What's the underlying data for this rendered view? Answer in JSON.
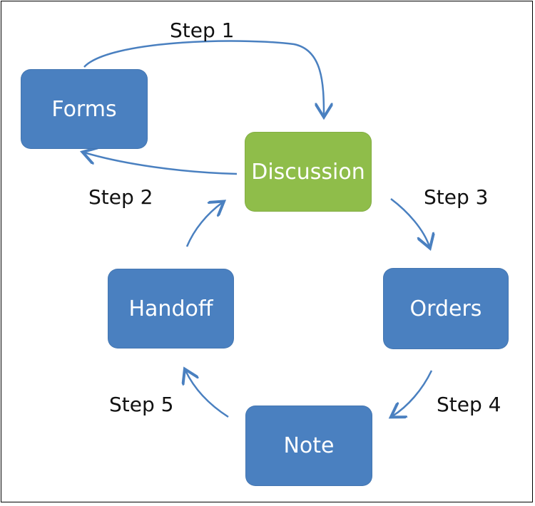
{
  "nodes": {
    "forms": "Forms",
    "discussion": "Discussion",
    "orders": "Orders",
    "note": "Note",
    "handoff": "Handoff"
  },
  "steps": {
    "step1": "Step 1",
    "step2": "Step 2",
    "step3": "Step 3",
    "step4": "Step 4",
    "step5": "Step 5"
  },
  "colors": {
    "node_blue": "#4a80c0",
    "node_green": "#8fbd4a",
    "arrow": "#4a80c0"
  }
}
